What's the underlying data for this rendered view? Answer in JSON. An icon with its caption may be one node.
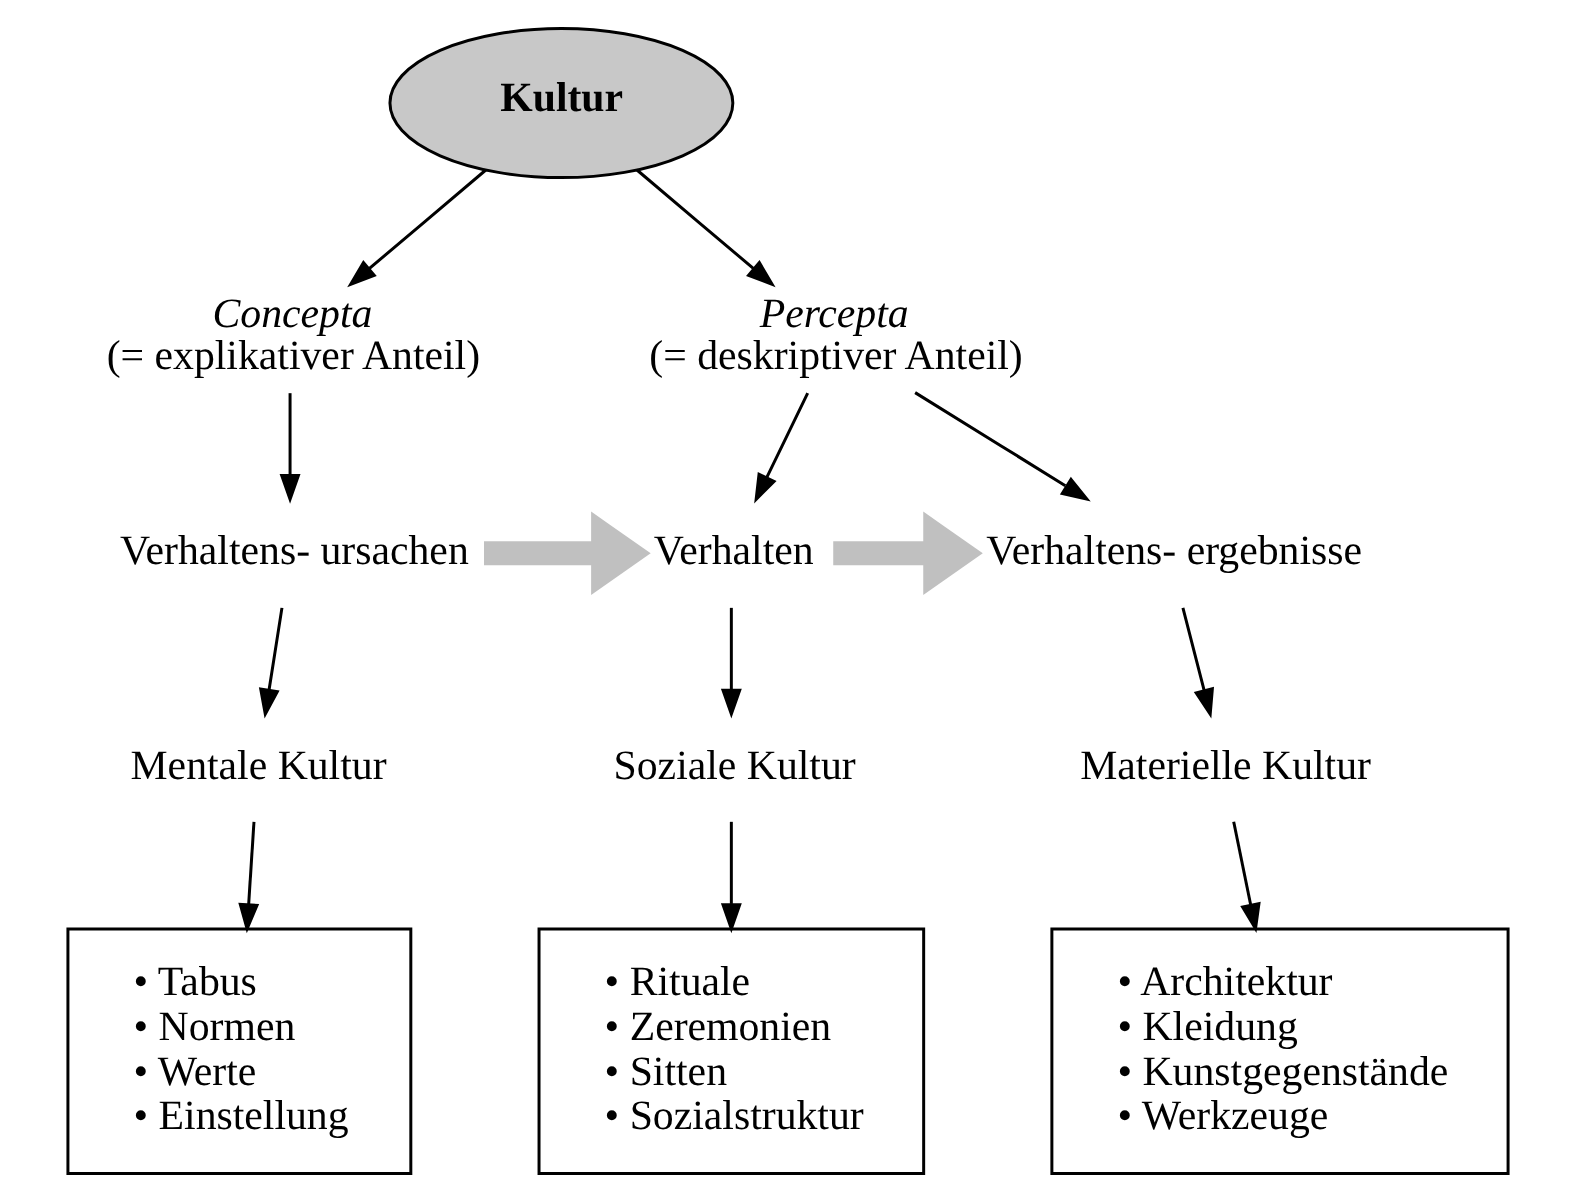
{
  "diagram": {
    "nodes": [
      {
        "text": [
          "Kultur"
        ]
      },
      {
        "text": [
          "Concepta",
          "(= explikativer Anteil)"
        ]
      },
      {
        "text": [
          "Percepta",
          "(= deskriptiver Anteil)"
        ]
      },
      {
        "text": [
          "Verhaltens- ursachen"
        ]
      },
      {
        "text": [
          "Verhalten"
        ]
      },
      {
        "text": [
          "Verhaltens- ergebnisse"
        ]
      },
      {
        "text": [
          "Mentale Kultur"
        ]
      },
      {
        "text": [
          "Soziale Kultur"
        ]
      },
      {
        "text": [
          "Materielle Kultur"
        ]
      },
      {
        "text": [
          "• Tabus",
          "• Normen",
          "• Werte",
          "• Einstellung"
        ]
      },
      {
        "text": [
          "• Rituale",
          "• Zeremonien",
          "• Sitten",
          "• Sozialstruktur"
        ]
      },
      {
        "text": [
          "• Architektur",
          "• Kleidung",
          "• Kunstgegenstände",
          "• Werkzeuge"
        ]
      }
    ],
    "edges": [
      {
        "from": 0,
        "to": 1,
        "arrow": "to"
      },
      {
        "from": 0,
        "to": 2,
        "arrow": "to"
      },
      {
        "from": 1,
        "to": 3,
        "arrow": "to"
      },
      {
        "from": 2,
        "to": 4,
        "arrow": "to"
      },
      {
        "from": 2,
        "to": 5,
        "arrow": "to"
      },
      {
        "from": 3,
        "to": 4,
        "arrow": "to",
        "style": "thick",
        "color": "#c0c0c0"
      },
      {
        "from": 4,
        "to": 5,
        "arrow": "to",
        "style": "thick",
        "color": "#c0c0c0"
      },
      {
        "from": 3,
        "to": 6,
        "arrow": "to"
      },
      {
        "from": 4,
        "to": 7,
        "arrow": "to"
      },
      {
        "from": 5,
        "to": 8,
        "arrow": "to"
      },
      {
        "from": 6,
        "to": 9,
        "arrow": "to"
      },
      {
        "from": 7,
        "to": 10,
        "arrow": "to"
      },
      {
        "from": 8,
        "to": 11,
        "arrow": "to"
      }
    ]
  }
}
